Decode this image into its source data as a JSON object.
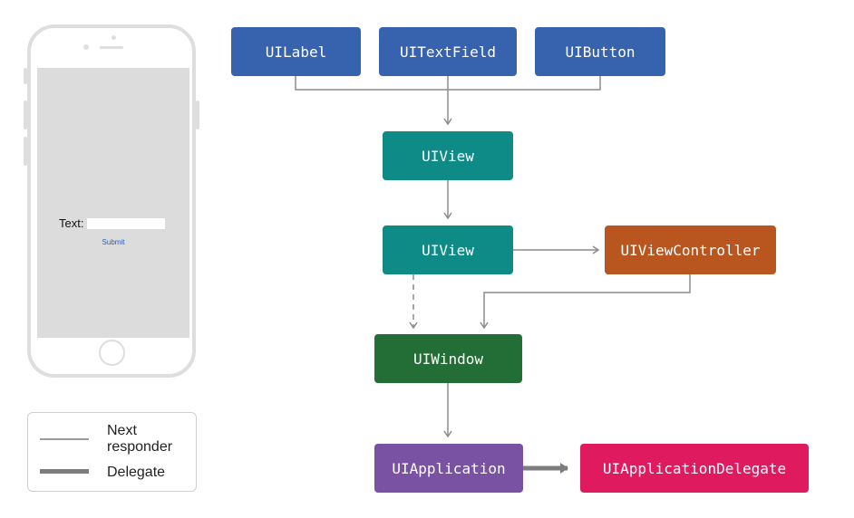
{
  "phone": {
    "text_label": "Text:",
    "submit_label": "Submit"
  },
  "nodes": {
    "uilabel": "UILabel",
    "uitextfield": "UITextField",
    "uibutton": "UIButton",
    "uiview_1": "UIView",
    "uiview_2": "UIView",
    "uiviewcontroller": "UIViewController",
    "uiwindow": "UIWindow",
    "uiapplication": "UIApplication",
    "uiapplicationdelegate": "UIApplicationDelegate"
  },
  "legend": {
    "next_responder": "Next responder",
    "delegate": "Delegate"
  },
  "colors": {
    "blue": "#3762ad",
    "teal": "#0e8a87",
    "orange": "#b9561f",
    "green": "#236e36",
    "purple": "#7a52a3",
    "pink": "#e01a5f",
    "connector": "#8c8c8c",
    "delegate_connector": "#7d7d7d"
  }
}
